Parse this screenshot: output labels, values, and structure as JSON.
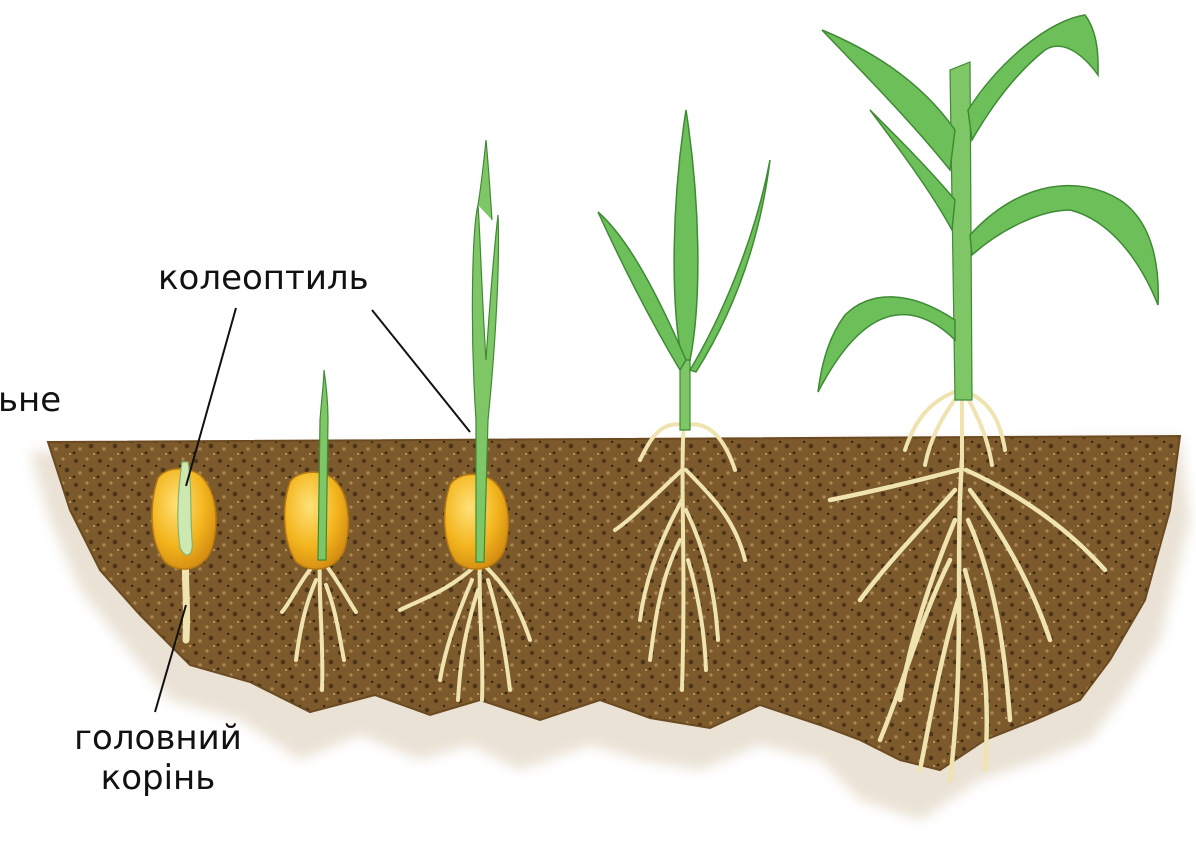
{
  "labels": {
    "coleoptile": "колеоптиль",
    "cutoff_label": "ьне",
    "main_root_line1": "головний",
    "main_root_line2": "корінь"
  },
  "stages": [
    {
      "stage": 1,
      "has_leaves": false,
      "has_seed": true
    },
    {
      "stage": 2,
      "has_leaves": false,
      "has_seed": true
    },
    {
      "stage": 3,
      "has_leaves": false,
      "has_seed": true
    },
    {
      "stage": 4,
      "has_leaves": true,
      "has_seed": false
    },
    {
      "stage": 5,
      "has_leaves": true,
      "has_seed": false
    }
  ],
  "colors": {
    "soil": "#7d5a2c",
    "soil_dark": "#4f3518",
    "soil_light": "#a98650",
    "root": "#efe3b0",
    "root_outline": "#c9b97a",
    "leaf": "#6dbf5a",
    "leaf_dark": "#3f8a34",
    "seed": "#f3b51e",
    "seed_light": "#ffe277",
    "line": "#111111"
  }
}
